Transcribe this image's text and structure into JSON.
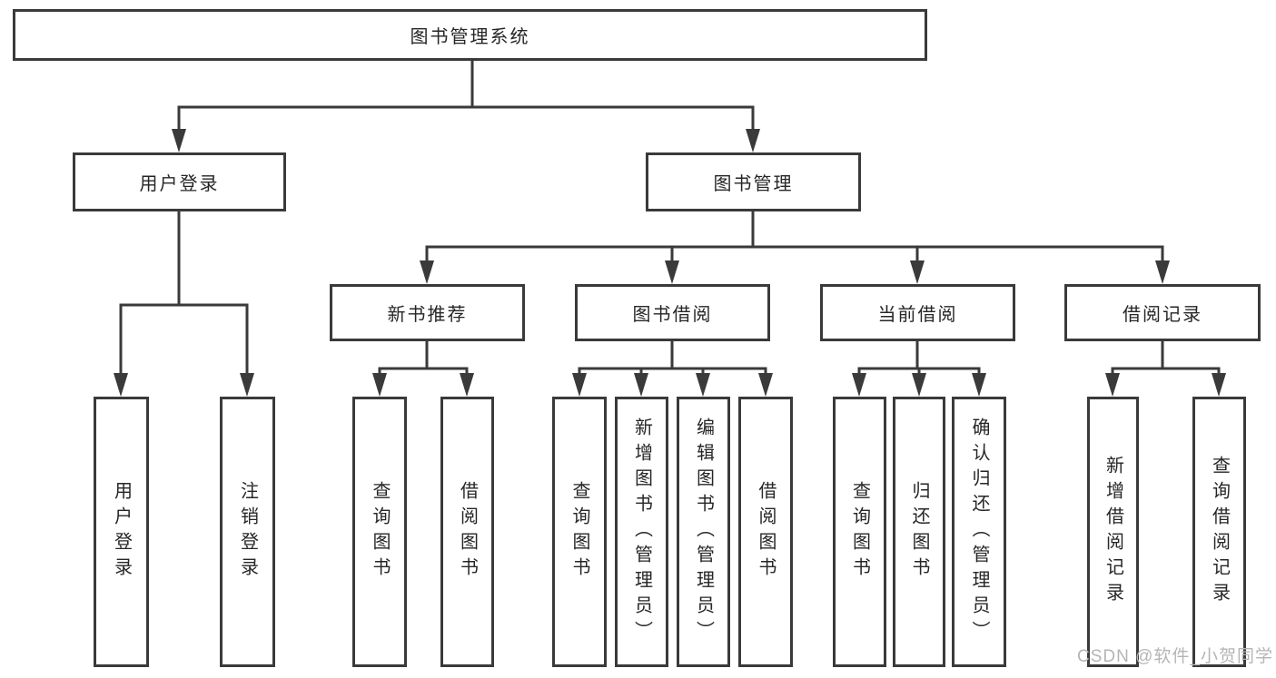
{
  "diagram_title": "图书管理系统",
  "colors": {
    "line": "#3a3a3a",
    "box_border": "#3a3a3a",
    "text": "#262626",
    "watermark": "#b5b5b5",
    "background": "#ffffff"
  },
  "tree": {
    "label": "图书管理系统",
    "children": [
      {
        "label": "用户登录",
        "children": [
          {
            "label": "用户登录"
          },
          {
            "label": "注销登录"
          }
        ]
      },
      {
        "label": "图书管理",
        "children": [
          {
            "label": "新书推荐",
            "children": [
              {
                "label": "查询图书"
              },
              {
                "label": "借阅图书"
              }
            ]
          },
          {
            "label": "图书借阅",
            "children": [
              {
                "label": "查询图书"
              },
              {
                "label": "新增图书（管理员）"
              },
              {
                "label": "编辑图书（管理员）"
              },
              {
                "label": "借阅图书"
              }
            ]
          },
          {
            "label": "当前借阅",
            "children": [
              {
                "label": "查询图书"
              },
              {
                "label": "归还图书"
              },
              {
                "label": "确认归还（管理员）"
              }
            ]
          },
          {
            "label": "借阅记录",
            "children": [
              {
                "label": "新增借阅记录"
              },
              {
                "label": "查询借阅记录"
              }
            ]
          }
        ]
      }
    ]
  },
  "watermark": "CSDN @软件_小贺同学"
}
